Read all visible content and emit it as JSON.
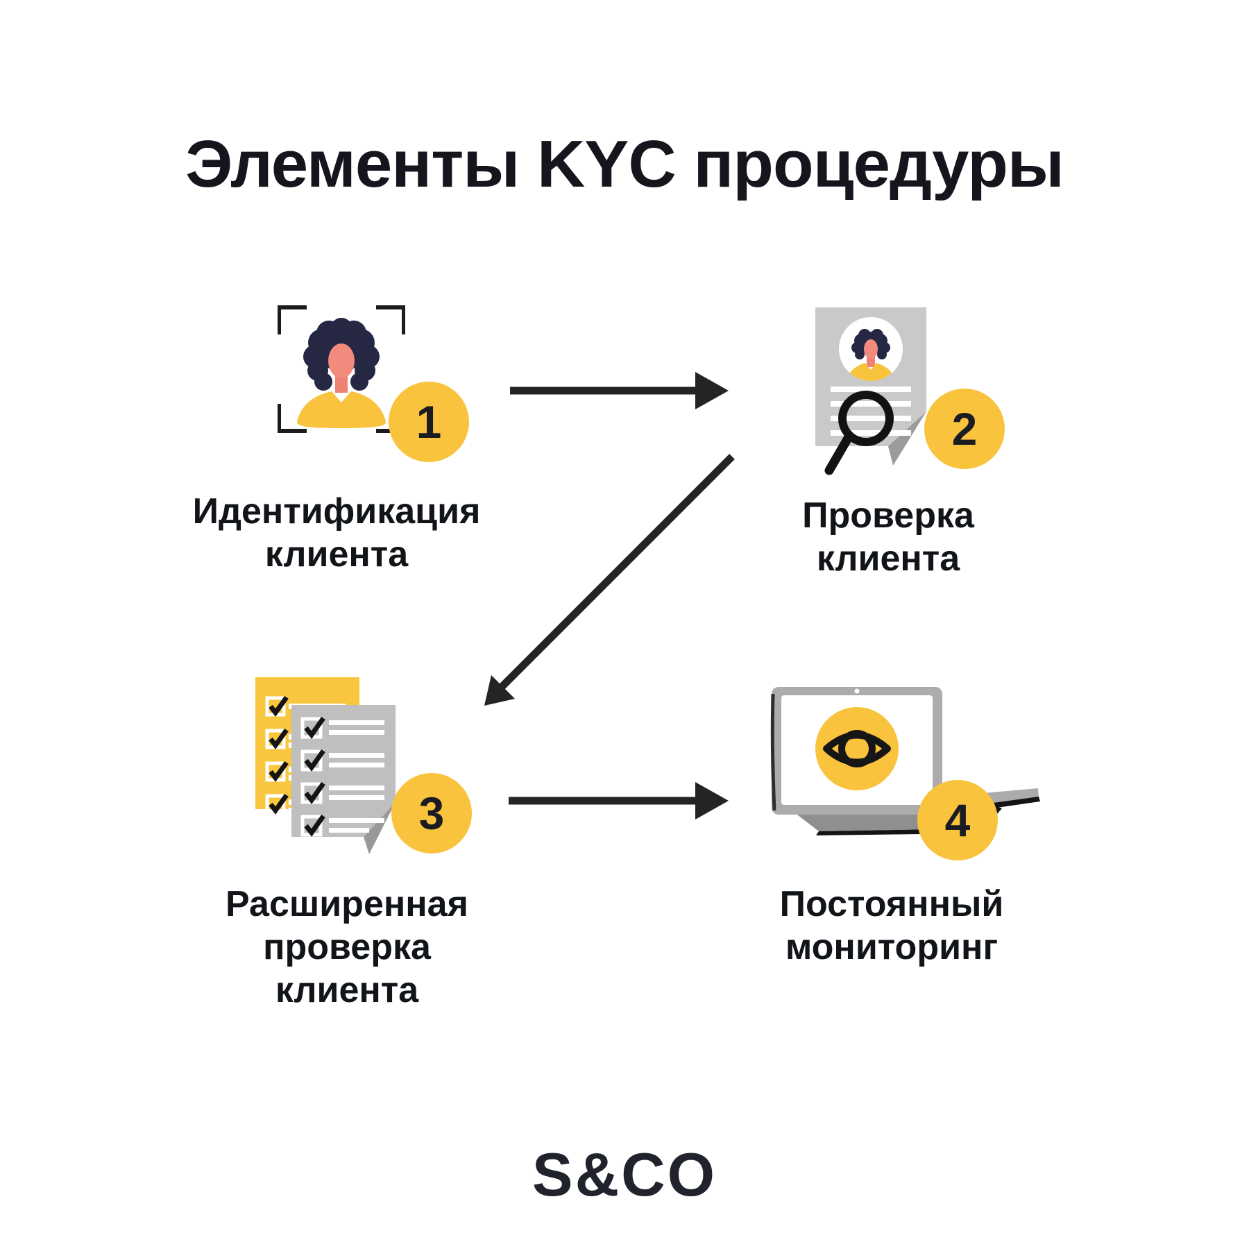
{
  "title": "Элементы KYC процедуры",
  "steps": [
    {
      "number": "1",
      "label": "Идентификация клиента",
      "icon": "face-scan-icon"
    },
    {
      "number": "2",
      "label": "Проверка клиента",
      "icon": "document-magnifier-icon"
    },
    {
      "number": "3",
      "label": "Расширенная проверка клиента",
      "icon": "checklists-icon"
    },
    {
      "number": "4",
      "label": "Постоянный мониторинг",
      "icon": "laptop-eye-icon"
    }
  ],
  "footer": {
    "logo_text": "S&CO"
  },
  "colors": {
    "accent_yellow": "#F9C33D",
    "checklist_yellow": "#F9C63F",
    "ink": "#15151E",
    "arrow": "#242424",
    "doc_gray": "#C9C9C9",
    "fold_gray": "#9B9B9B",
    "checklist_gray": "#BFBFBF",
    "laptop_gray": "#ACACAC",
    "laptop_deck": "#8F8F8F",
    "hair_navy": "#252743",
    "skin_salmon": "#F28B7D",
    "white": "#FFFFFF"
  }
}
